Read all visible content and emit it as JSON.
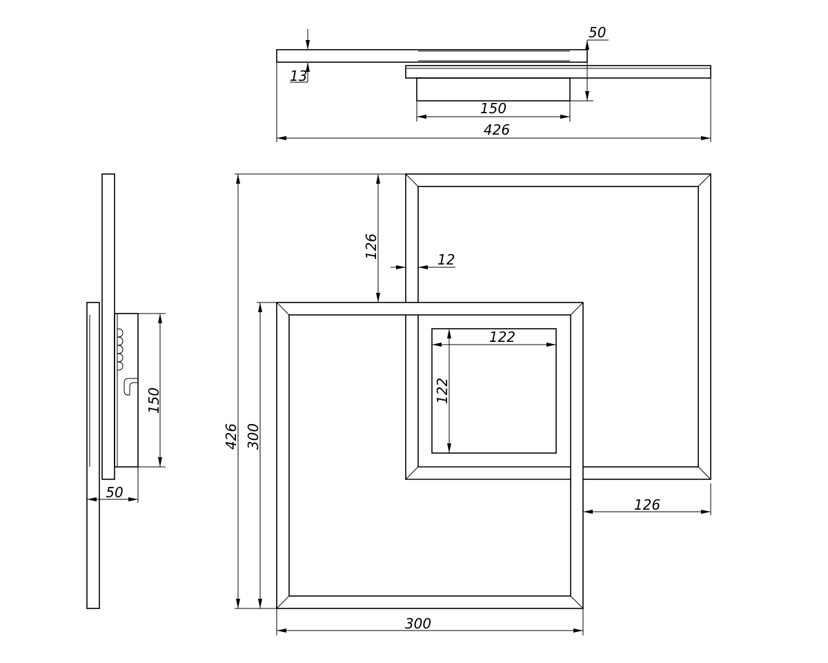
{
  "views": {
    "top": {
      "height_label": "50",
      "thickness_label": "13",
      "canopy_label": "150",
      "total_width_label": "426"
    },
    "side": {
      "canopy_height_label": "150",
      "depth_label": "50"
    },
    "front": {
      "total_height_label": "426",
      "frame_height_label": "300",
      "offset_top_label": "126",
      "profile_label": "12",
      "canopy_width_label": "122",
      "canopy_height_label": "122",
      "offset_right_label": "126",
      "frame_width_label": "300"
    }
  }
}
